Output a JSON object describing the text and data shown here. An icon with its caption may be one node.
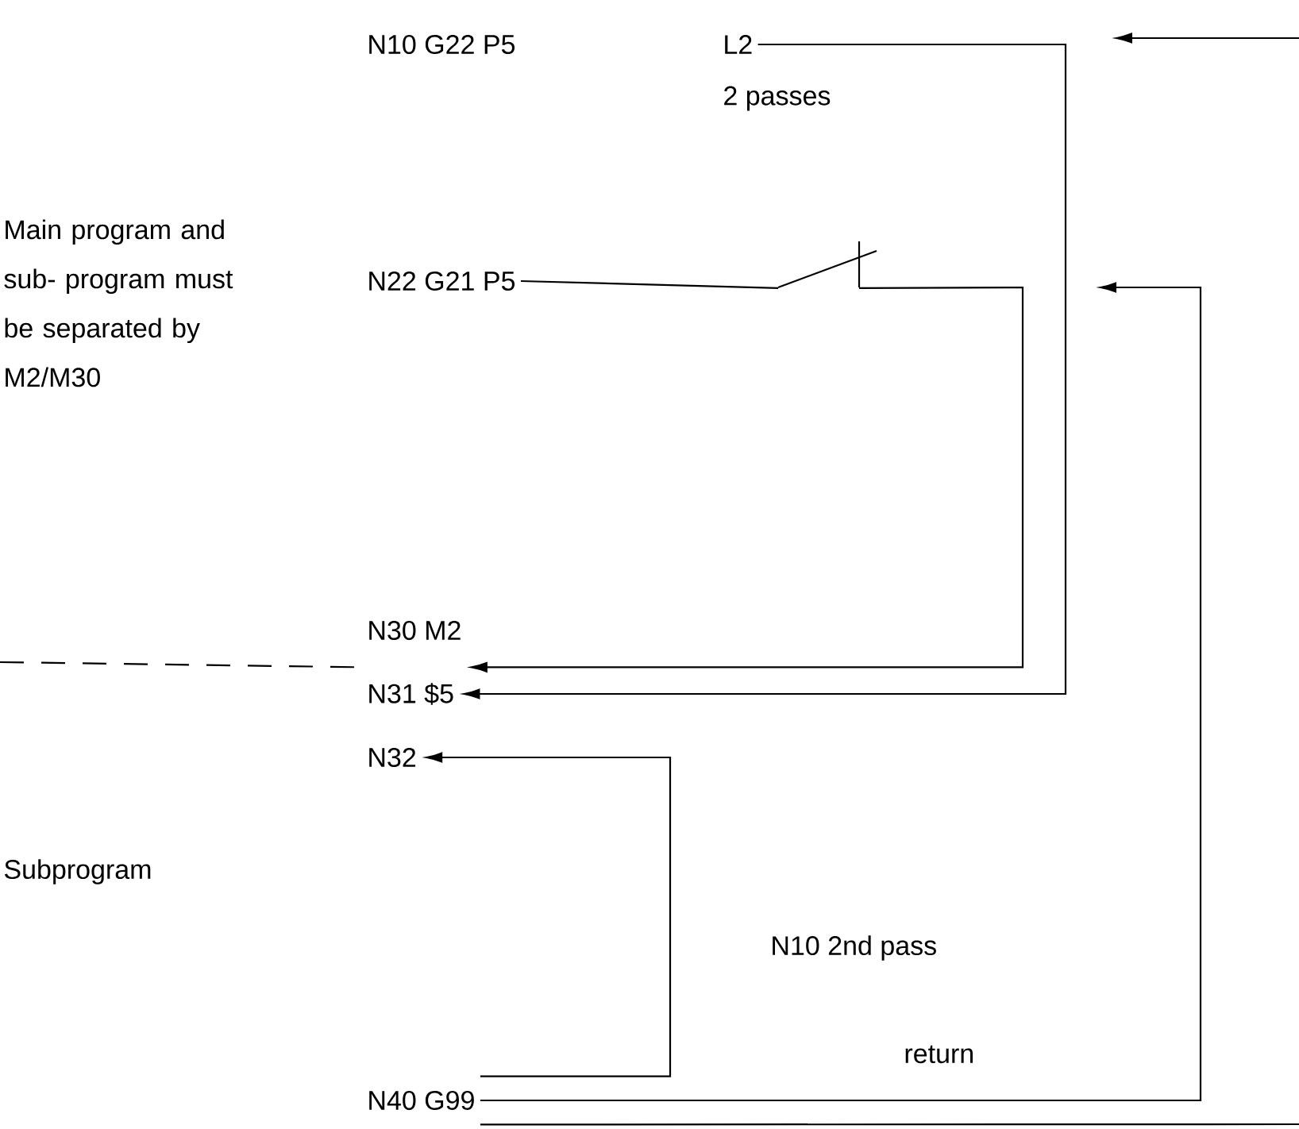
{
  "diagram": {
    "nodes": [
      {
        "text": [
          "N10 G22  P5"
        ]
      },
      {
        "text": [
          "L2"
        ],
        "beside": [
          "2 passes"
        ]
      },
      {
        "text": [
          "N22 G21  P5"
        ]
      },
      {
        "text": [
          "N30 M2"
        ]
      },
      {
        "text": [
          "N31 $5"
        ]
      },
      {
        "text": [
          "N32"
        ]
      },
      {
        "text": [
          "N40 G99"
        ]
      },
      {
        "text": [],
        "shape": "switch"
      }
    ],
    "edges": [
      {
        "from": 1,
        "to": 4,
        "arrow": "to"
      },
      {
        "from": 2,
        "to": 7,
        "arrow": "none"
      },
      {
        "from": 7,
        "to": 3,
        "arrow": "to"
      },
      {
        "from": 6,
        "to": 5,
        "arrow": "to"
      },
      {
        "from": 6,
        "to": null,
        "arrow": "to"
      },
      {
        "from": 6,
        "to": null,
        "arrow": "none"
      },
      {
        "from": null,
        "to": 3,
        "arrow": "none",
        "style": "dashed"
      }
    ],
    "labels": [
      "Main program and sub- program must be separated by M2/M30",
      "Subprogram",
      "N10   2nd pass",
      "return"
    ]
  }
}
